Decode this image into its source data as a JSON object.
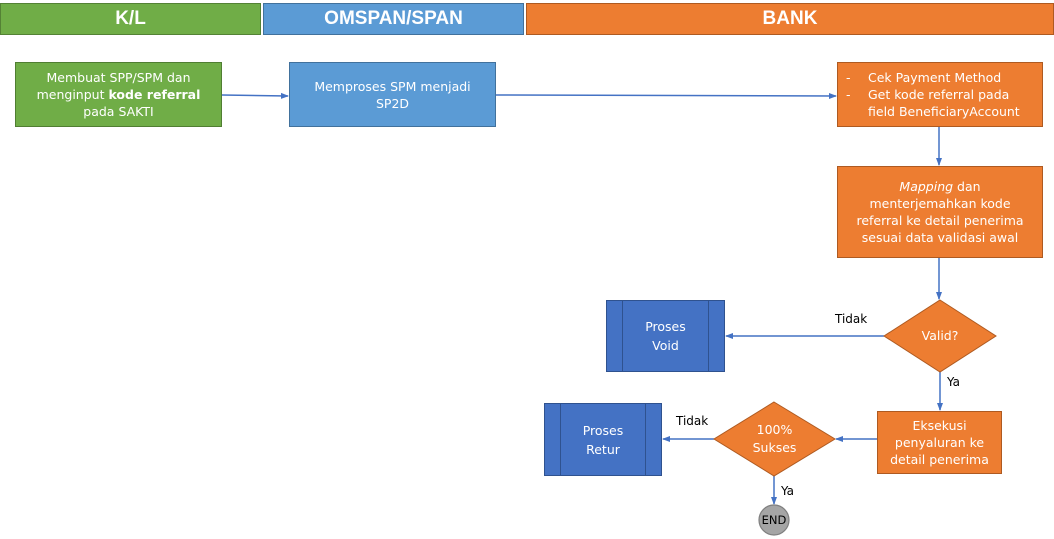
{
  "lanes": {
    "kl": "K/L",
    "span": "OMSPAN/SPAN",
    "bank": "BANK"
  },
  "nodes": {
    "kl_create": {
      "line1": "Membuat SPP/SPM dan",
      "line2_prefix": "menginput ",
      "line2_bold": "kode referral",
      "line3": "pada SAKTI"
    },
    "span_process": {
      "line1": "Memproses SPM menjadi",
      "line2": "SP2D"
    },
    "bank_check": {
      "bullets": [
        {
          "dash": "-",
          "text": "Cek Payment Method"
        },
        {
          "dash": "-",
          "text": "Get kode referral pada"
        },
        {
          "dash": "",
          "text": "field BeneficiaryAccount"
        }
      ]
    },
    "bank_mapping": {
      "line1_italic": "Mapping",
      "line1_rest": " dan",
      "line2": "menterjemahkan kode",
      "line3": "referral ke detail penerima",
      "line4": "sesuai data validasi awal"
    },
    "valid_decision": {
      "label": "Valid?"
    },
    "void_process": {
      "line1": "Proses",
      "line2": "Void"
    },
    "execute": {
      "line1": "Eksekusi",
      "line2": "penyaluran ke",
      "line3": "detail penerima"
    },
    "success_decision": {
      "line1": "100%",
      "line2": "Sukses"
    },
    "retur_process": {
      "line1": "Proses",
      "line2": "Retur"
    },
    "end": {
      "label": "END"
    }
  },
  "edges": {
    "valid_no": "Tidak",
    "valid_yes": "Ya",
    "success_no": "Tidak",
    "success_yes": "Ya"
  },
  "colors": {
    "kl": "#70ad47",
    "span": "#5b9bd5",
    "bank": "#ed7d31",
    "subprocess": "#4472c4",
    "end": "#a5a5a5",
    "connector": "#4472c4"
  }
}
